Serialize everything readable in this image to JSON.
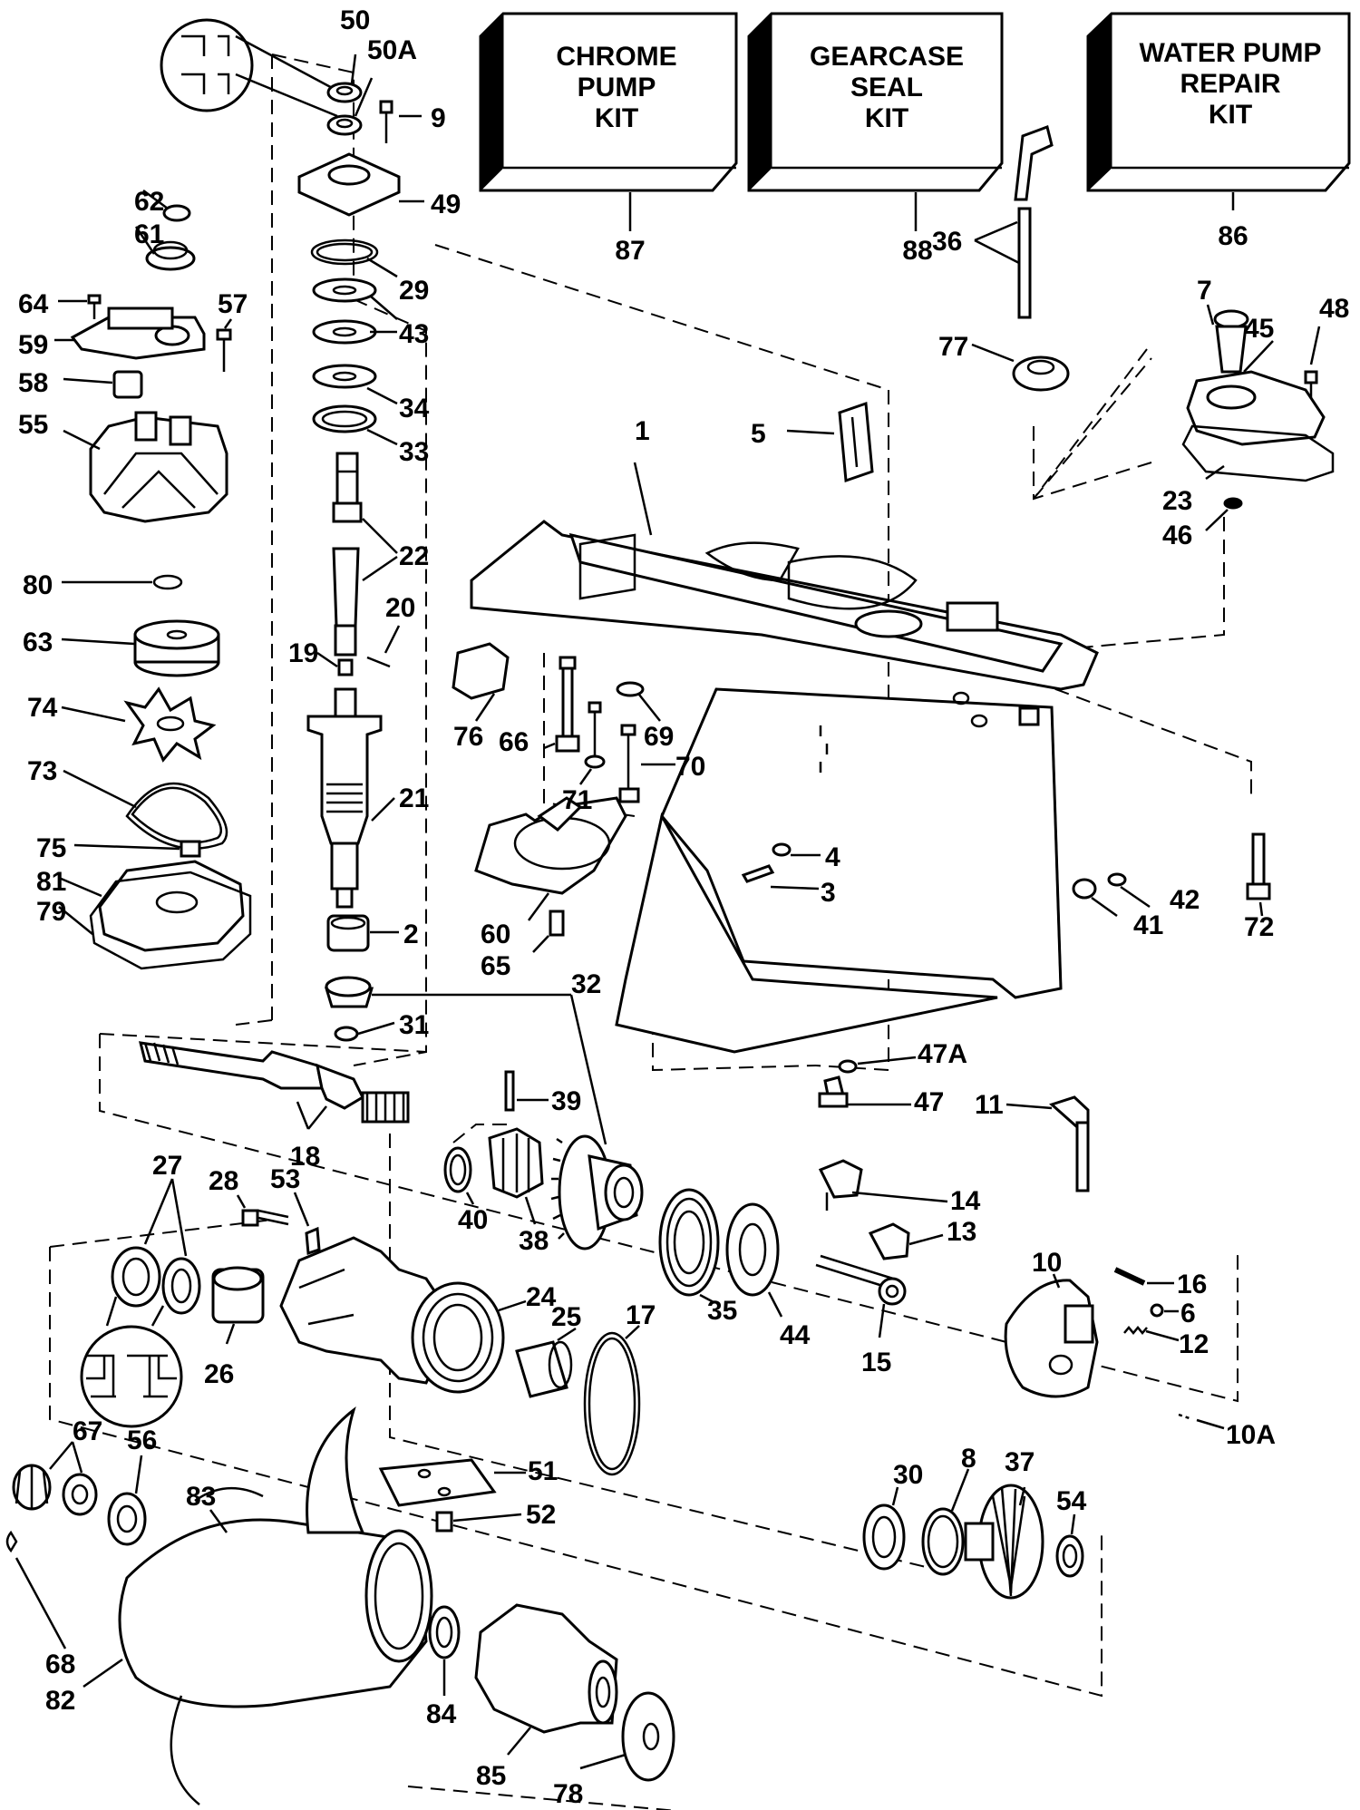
{
  "kits": [
    {
      "id": "kit-chrome-pump",
      "lines": [
        "CHROME",
        "PUMP",
        "KIT"
      ],
      "number": "87"
    },
    {
      "id": "kit-gearcase-seal",
      "lines": [
        "GEARCASE",
        "SEAL",
        "KIT"
      ],
      "number": "88"
    },
    {
      "id": "kit-water-pump-repair",
      "lines": [
        "WATER PUMP",
        "REPAIR",
        "KIT"
      ],
      "number": "86"
    }
  ],
  "part_labels": {
    "p50": "50",
    "p50a": "50A",
    "p9": "9",
    "p49": "49",
    "p62": "62",
    "p61": "61",
    "p64": "64",
    "p57": "57",
    "p59": "59",
    "p29": "29",
    "p43": "43",
    "p58": "58",
    "p34": "34",
    "p55": "55",
    "p33": "33",
    "p22": "22",
    "p80": "80",
    "p20": "20",
    "p63": "63",
    "p19": "19",
    "p74": "74",
    "p73": "73",
    "p21": "21",
    "p75": "75",
    "p81": "81",
    "p79": "79",
    "p2": "2",
    "p31": "31",
    "p32": "32",
    "p39": "39",
    "p18": "18",
    "p40": "40",
    "p38": "38",
    "p27": "27",
    "p28": "28",
    "p53": "53",
    "p26": "26",
    "p24": "24",
    "p25": "25",
    "p17": "17",
    "p51": "51",
    "p52": "52",
    "p67": "67",
    "p56": "56",
    "p83": "83",
    "p68": "68",
    "p82": "82",
    "p84": "84",
    "p85": "85",
    "p78": "78",
    "p36": "36",
    "p77": "77",
    "p7": "7",
    "p48": "48",
    "p45": "45",
    "p5": "5",
    "p1": "1",
    "p23": "23",
    "p46": "46",
    "p76": "76",
    "p66": "66",
    "p69": "69",
    "p70": "70",
    "p71": "71",
    "p4": "4",
    "p3": "3",
    "p60": "60",
    "p65": "65",
    "p41": "41",
    "p42": "42",
    "p72": "72",
    "p47a": "47A",
    "p47": "47",
    "p11": "11",
    "p14": "14",
    "p13": "13",
    "p35": "35",
    "p44": "44",
    "p15": "15",
    "p10": "10",
    "p16": "16",
    "p6": "6",
    "p12": "12",
    "p10a": "10A",
    "p30": "30",
    "p8": "8",
    "p37": "37",
    "p54": "54"
  }
}
